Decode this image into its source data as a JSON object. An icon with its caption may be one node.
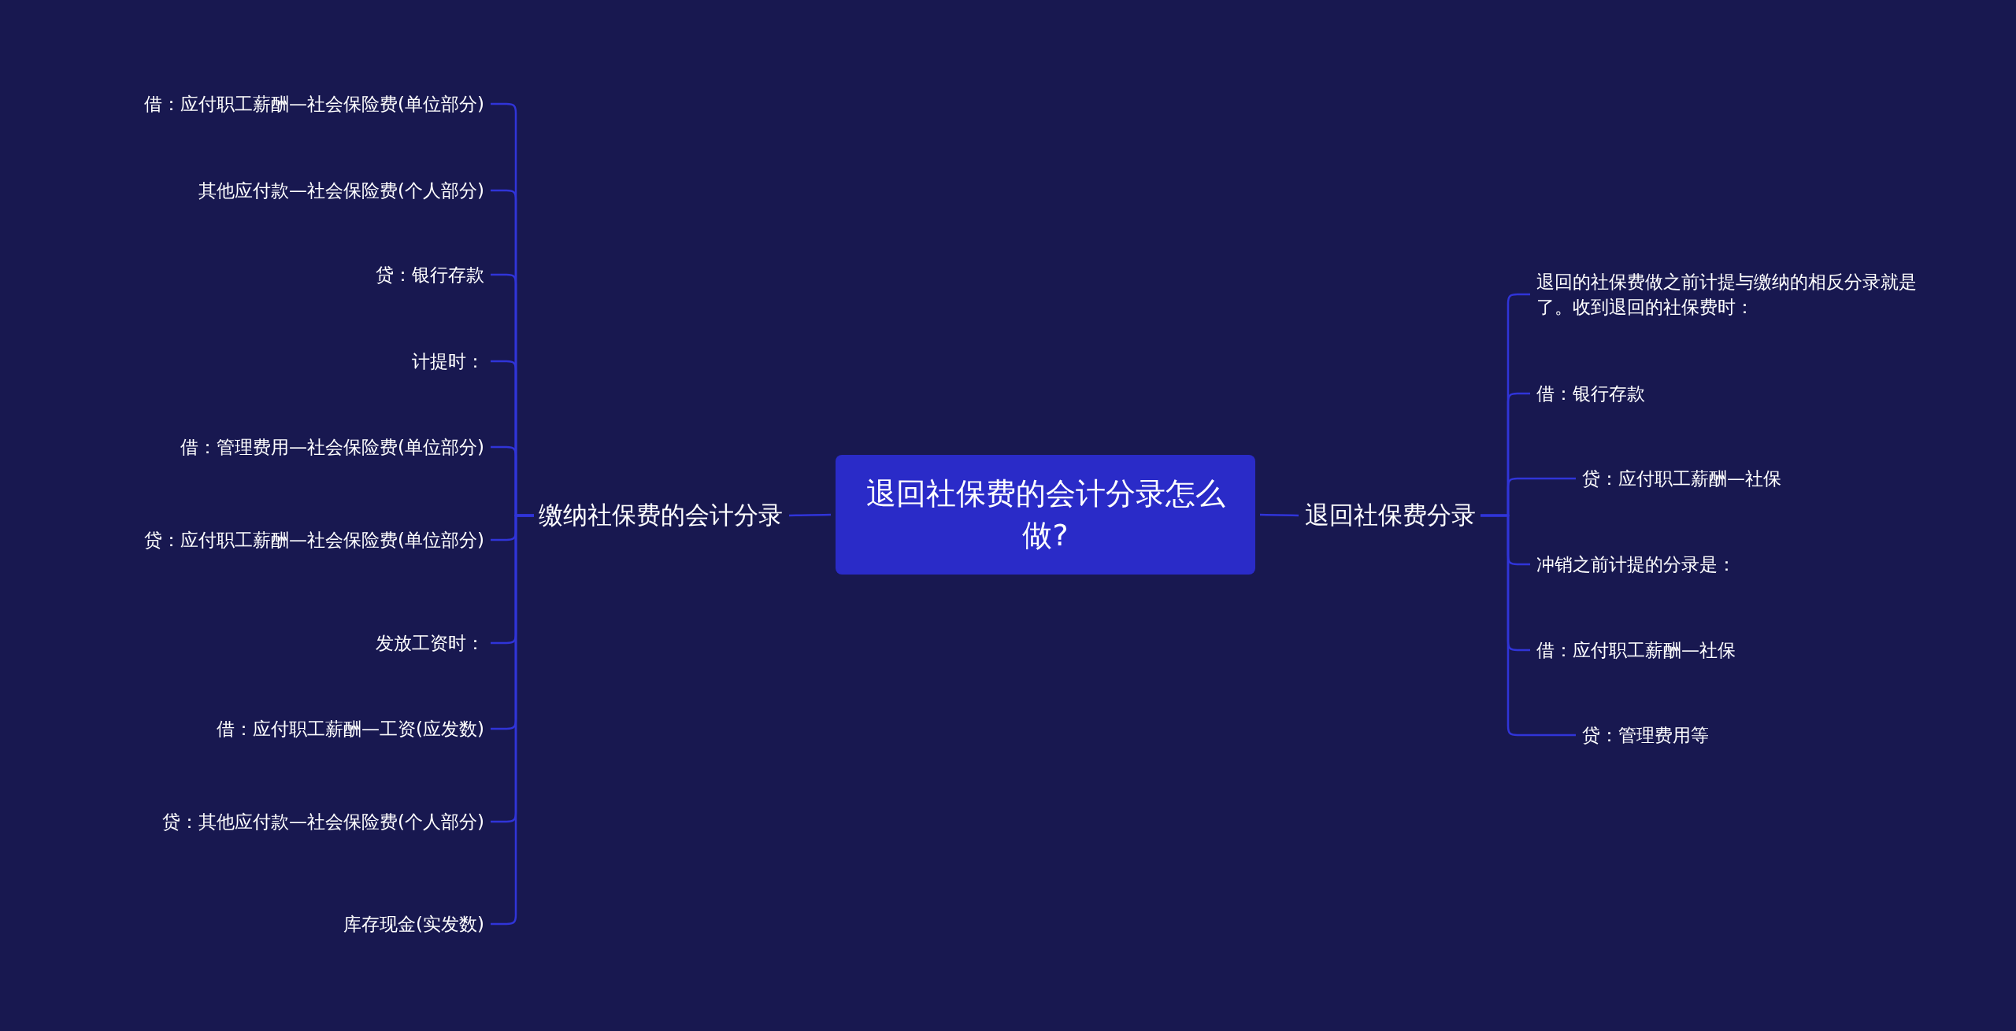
{
  "diagram": {
    "nodes": [
      {
        "text": [
          "退回社保费的会计分录怎么做?"
        ]
      },
      {
        "text": [
          "缴纳社保费的会计分录"
        ]
      },
      {
        "text": [
          "借：应付职工薪酬—社会保险费(单位部分)"
        ]
      },
      {
        "text": [
          "其他应付款—社会保险费(个人部分)"
        ]
      },
      {
        "text": [
          "贷：银行存款"
        ]
      },
      {
        "text": [
          "计提时："
        ]
      },
      {
        "text": [
          "借：管理费用—社会保险费(单位部分)"
        ]
      },
      {
        "text": [
          "贷：应付职工薪酬—社会保险费(单位部分)"
        ]
      },
      {
        "text": [
          "发放工资时："
        ]
      },
      {
        "text": [
          "借：应付职工薪酬—工资(应发数)"
        ]
      },
      {
        "text": [
          "贷：其他应付款—社会保险费(个人部分)"
        ]
      },
      {
        "text": [
          "库存现金(实发数)"
        ]
      },
      {
        "text": [
          "退回社保费分录"
        ]
      },
      {
        "text": [
          "退回的社保费做之前计提与缴纳的相反分录就是了。收到退回的社保费时："
        ]
      },
      {
        "text": [
          "借：银行存款"
        ]
      },
      {
        "text": [
          "贷：应付职工薪酬—社保"
        ]
      },
      {
        "text": [
          "冲销之前计提的分录是："
        ]
      },
      {
        "text": [
          "借：应付职工薪酬—社保"
        ]
      },
      {
        "text": [
          "贷：管理费用等"
        ]
      }
    ],
    "edges": [
      {
        "from": 0,
        "to": 1,
        "arrow": "none"
      },
      {
        "from": 0,
        "to": 12,
        "arrow": "none"
      },
      {
        "from": 1,
        "to": 2,
        "arrow": "none"
      },
      {
        "from": 1,
        "to": 3,
        "arrow": "none"
      },
      {
        "from": 1,
        "to": 4,
        "arrow": "none"
      },
      {
        "from": 1,
        "to": 5,
        "arrow": "none"
      },
      {
        "from": 1,
        "to": 6,
        "arrow": "none"
      },
      {
        "from": 1,
        "to": 7,
        "arrow": "none"
      },
      {
        "from": 1,
        "to": 8,
        "arrow": "none"
      },
      {
        "from": 1,
        "to": 9,
        "arrow": "none"
      },
      {
        "from": 1,
        "to": 10,
        "arrow": "none"
      },
      {
        "from": 1,
        "to": 11,
        "arrow": "none"
      },
      {
        "from": 12,
        "to": 13,
        "arrow": "none"
      },
      {
        "from": 12,
        "to": 14,
        "arrow": "none"
      },
      {
        "from": 12,
        "to": 15,
        "arrow": "none"
      },
      {
        "from": 12,
        "to": 16,
        "arrow": "none"
      },
      {
        "from": 12,
        "to": 17,
        "arrow": "none"
      },
      {
        "from": 12,
        "to": 18,
        "arrow": "none"
      }
    ]
  }
}
